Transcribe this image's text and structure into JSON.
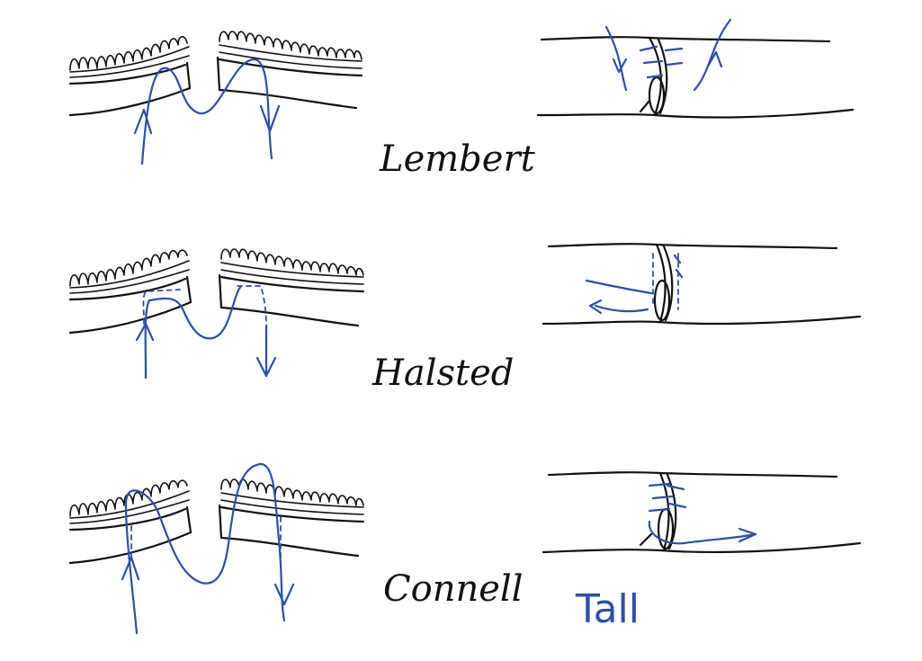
{
  "colors": {
    "ink": "#111111",
    "suture": "#2a4fb0",
    "background": "#ffffff"
  },
  "labels": {
    "lembert": "Lembert",
    "halsted": "Halsted",
    "connell": "Connell",
    "connell_note": "Tall"
  }
}
